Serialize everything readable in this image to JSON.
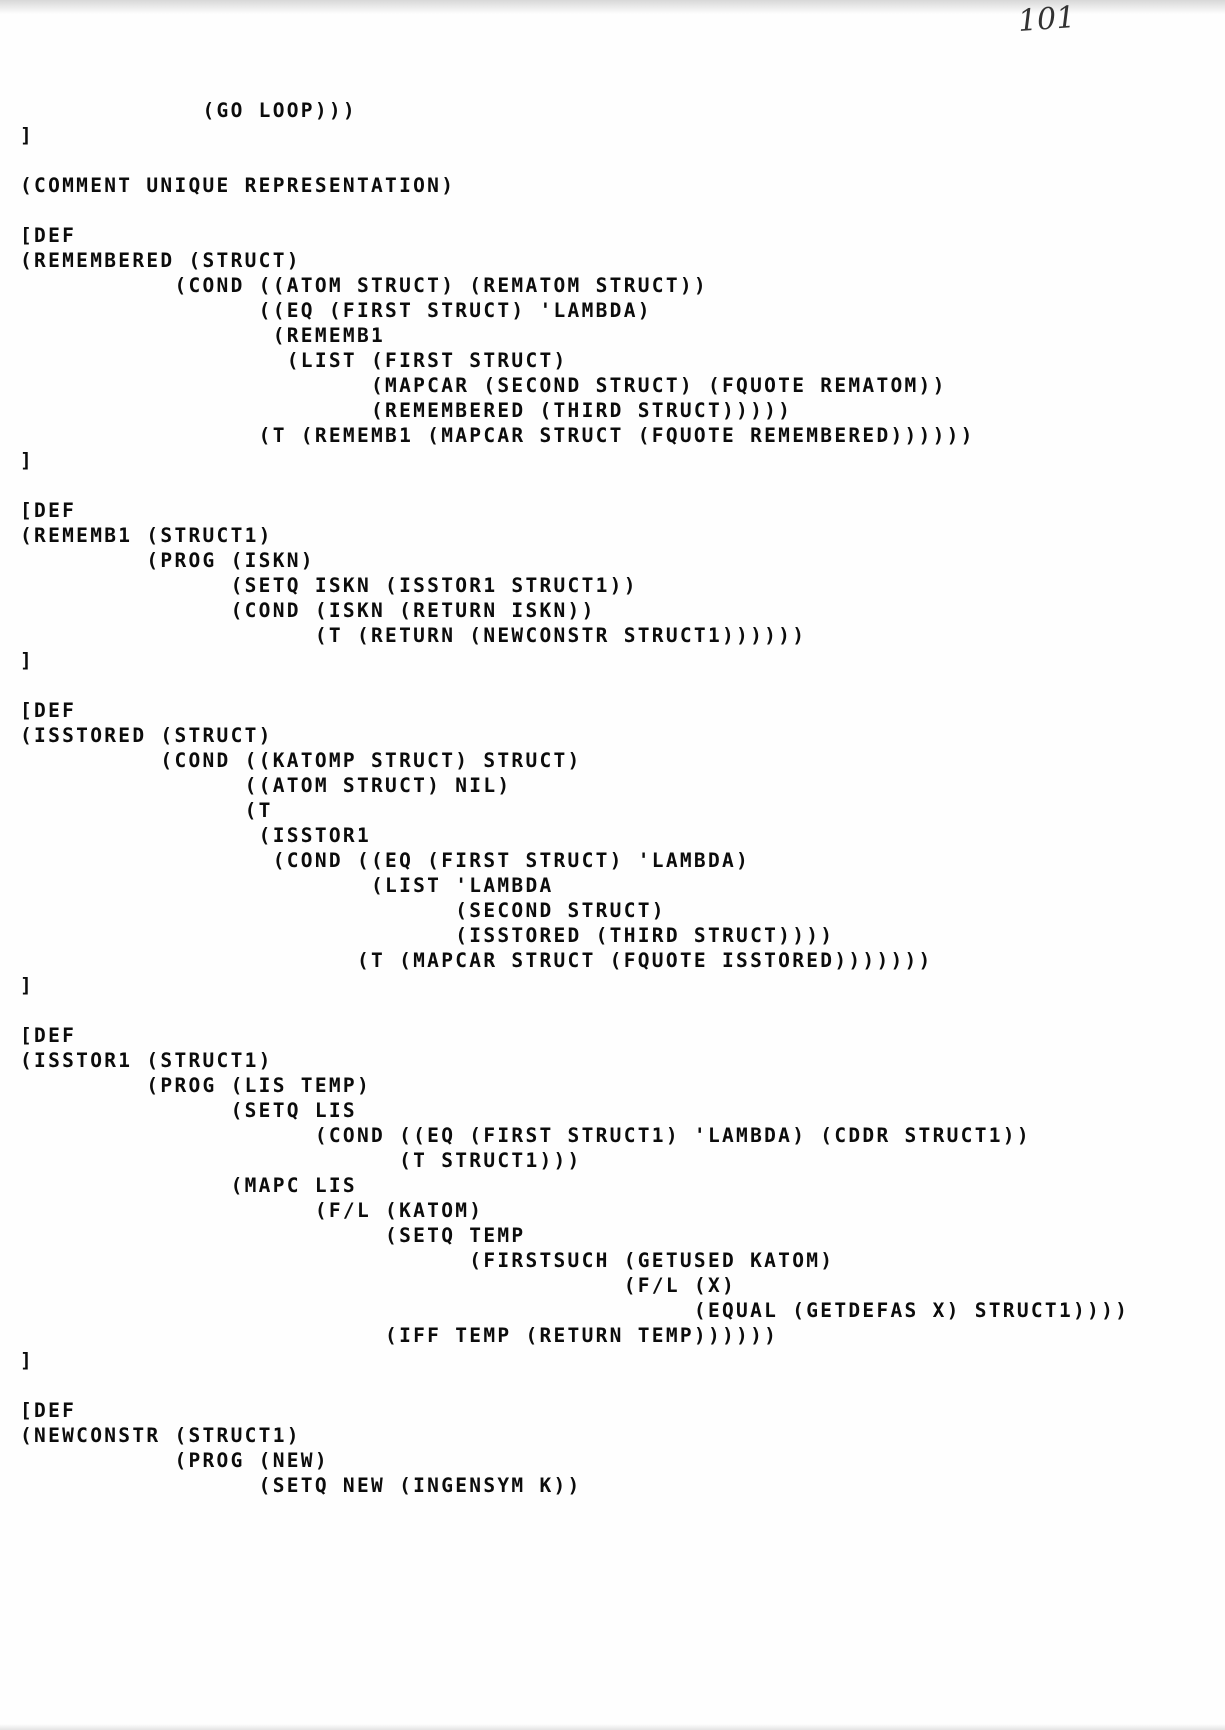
{
  "page": {
    "number": "101"
  },
  "code_lines": [
    "             (GO LOOP)))",
    "]",
    "",
    "(COMMENT UNIQUE REPRESENTATION)",
    "",
    "[DEF",
    "(REMEMBERED (STRUCT)",
    "           (COND ((ATOM STRUCT) (REMATOM STRUCT))",
    "                 ((EQ (FIRST STRUCT) 'LAMBDA)",
    "                  (REMEMB1",
    "                   (LIST (FIRST STRUCT)",
    "                         (MAPCAR (SECOND STRUCT) (FQUOTE REMATOM))",
    "                         (REMEMBERED (THIRD STRUCT)))))",
    "                 (T (REMEMB1 (MAPCAR STRUCT (FQUOTE REMEMBERED))))))",
    "]",
    "",
    "[DEF",
    "(REMEMB1 (STRUCT1)",
    "         (PROG (ISKN)",
    "               (SETQ ISKN (ISSTOR1 STRUCT1))",
    "               (COND (ISKN (RETURN ISKN))",
    "                     (T (RETURN (NEWCONSTR STRUCT1))))))",
    "]",
    "",
    "[DEF",
    "(ISSTORED (STRUCT)",
    "          (COND ((KATOMP STRUCT) STRUCT)",
    "                ((ATOM STRUCT) NIL)",
    "                (T",
    "                 (ISSTOR1",
    "                  (COND ((EQ (FIRST STRUCT) 'LAMBDA)",
    "                         (LIST 'LAMBDA",
    "                               (SECOND STRUCT)",
    "                               (ISSTORED (THIRD STRUCT))))",
    "                        (T (MAPCAR STRUCT (FQUOTE ISSTORED)))))))",
    "]",
    "",
    "[DEF",
    "(ISSTOR1 (STRUCT1)",
    "         (PROG (LIS TEMP)",
    "               (SETQ LIS",
    "                     (COND ((EQ (FIRST STRUCT1) 'LAMBDA) (CDDR STRUCT1))",
    "                           (T STRUCT1)))",
    "               (MAPC LIS",
    "                     (F/L (KATOM)",
    "                          (SETQ TEMP",
    "                                (FIRSTSUCH (GETUSED KATOM)",
    "                                           (F/L (X)",
    "                                                (EQUAL (GETDEFAS X) STRUCT1))))",
    "                          (IFF TEMP (RETURN TEMP))))))",
    "]",
    "",
    "[DEF",
    "(NEWCONSTR (STRUCT1)",
    "           (PROG (NEW)",
    "                 (SETQ NEW (INGENSYM K))"
  ]
}
